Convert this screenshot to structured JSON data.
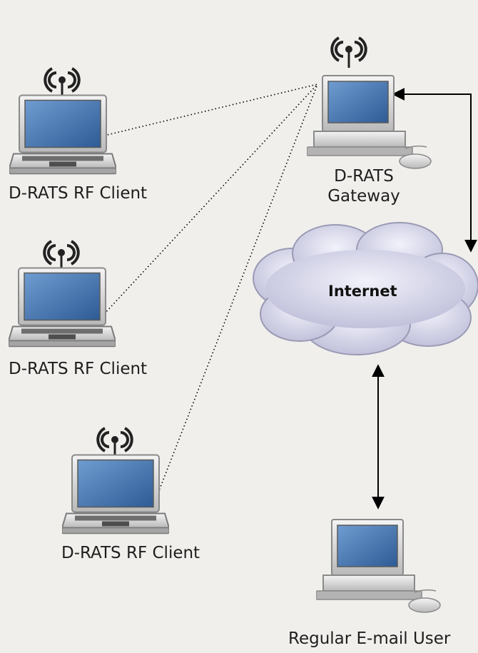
{
  "nodes": {
    "client_1": {
      "label": "D-RATS RF Client"
    },
    "client_2": {
      "label": "D-RATS RF Client"
    },
    "client_3": {
      "label": "D-RATS RF Client"
    },
    "gateway": {
      "label_line1": "D-RATS",
      "label_line2": "Gateway"
    },
    "internet": {
      "label": "Internet"
    },
    "email_user": {
      "label": "Regular E-mail User"
    }
  },
  "icons": {
    "laptop": "laptop-icon",
    "desktop": "desktop-computer-icon",
    "antenna": "radio-antenna-icon",
    "cloud": "internet-cloud-icon"
  },
  "colors": {
    "background": "#f1efec",
    "screen": "#4a78b0",
    "cloud": "#d9d9f0",
    "line": "#000000"
  }
}
